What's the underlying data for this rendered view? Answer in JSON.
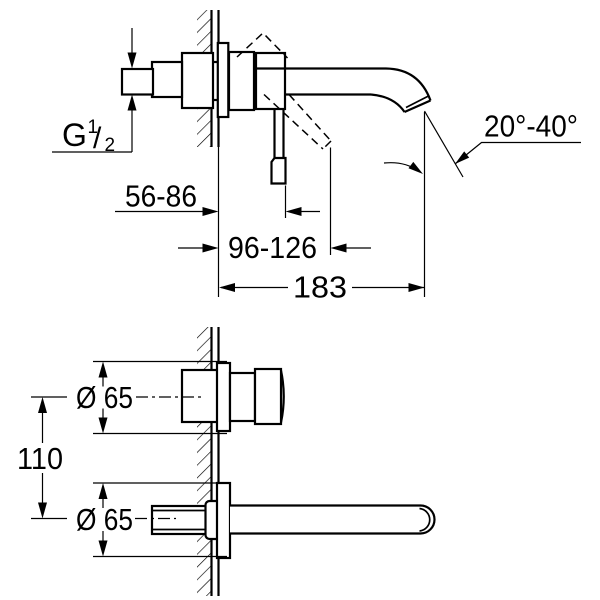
{
  "drawing": {
    "colors": {
      "line": "#000000",
      "background": "#ffffff"
    },
    "labels": {
      "thread": {
        "base": "G",
        "numerator": "1",
        "slash": "/",
        "denominator": "2"
      },
      "handle_depth": "56-86",
      "handle_reach": "96-126",
      "spout_projection": "183",
      "spout_angle": "20°-40°",
      "upper_diameter": "Ø 65",
      "lower_diameter": "Ø 65",
      "center_distance": "110"
    }
  }
}
